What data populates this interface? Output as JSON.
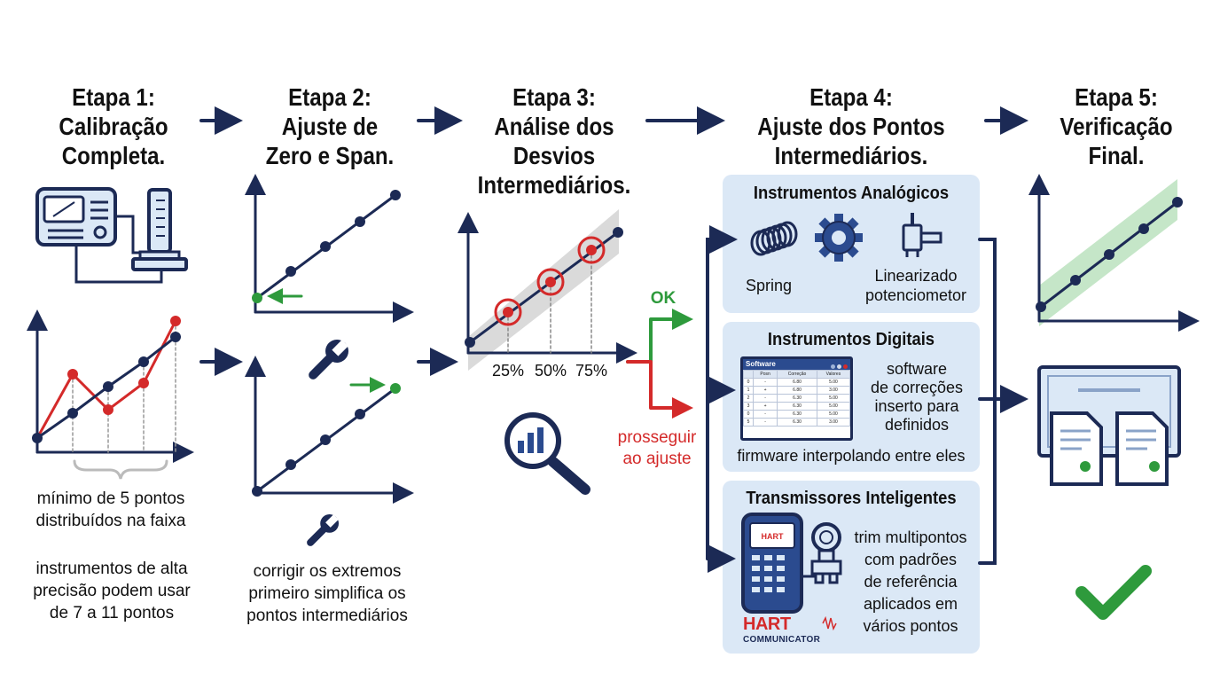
{
  "stages": [
    {
      "title": "Etapa 1:\nCalibração\nCompleta.",
      "notes": [
        "mínimo de 5 pontos\ndistribuídos na faixa",
        "instrumentos de alta\nprecisão podem usar\nde 7 a 11 pontos"
      ]
    },
    {
      "title": "Etapa 2:\nAjuste de\nZero e Span.",
      "notes": [
        "corrigir os extremos\nprimeiro simplifica os\npontos intermediários"
      ]
    },
    {
      "title": "Etapa 3:\nAnálise dos\nDesvios\nIntermediários.",
      "tick_labels": [
        "25%",
        "50%",
        "75%"
      ],
      "ok_label": "OK",
      "proceed_label": "prosseguir\nao ajuste"
    },
    {
      "title": "Etapa 4:\nAjuste dos Pontos\nIntermediários."
    },
    {
      "title": "Etapa 5:\nVerificação\nFinal."
    }
  ],
  "panels": {
    "analog": {
      "title": "Instrumentos Analógicos",
      "spring_label": "Spring",
      "pot_label": "Linearizado\npotenciometor"
    },
    "digital": {
      "title": "Instrumentos Digitais",
      "side_text": "software\nde correções\ninserto para\ndefinidos",
      "bottom_text": "firmware interpolando entre eles",
      "software_window": {
        "title": "Software",
        "headers": [
          "",
          "Posn",
          "Correção",
          "Valores"
        ],
        "rows": [
          [
            "0",
            "-",
            "6.80",
            "5.00"
          ],
          [
            "1",
            "+",
            "6.80",
            "3.00"
          ],
          [
            "2",
            "-",
            "6.30",
            "5.00"
          ],
          [
            "3",
            "+",
            "6.30",
            "5.00"
          ],
          [
            "0",
            "-",
            "6.30",
            "5.00"
          ],
          [
            "5",
            "-",
            "6.30",
            "3.00"
          ]
        ]
      }
    },
    "smart": {
      "title": "Transmissores Inteligentes",
      "side_text": "trim multipontos\ncom padrões\nde referência\naplicados em\nvários pontos",
      "device_brand": "HART",
      "device_name": "COMMUNICATOR"
    }
  },
  "colors": {
    "navy": "#1c2a55",
    "red": "#d42a2a",
    "green": "#2e9a3c",
    "panel": "#dbe8f6",
    "gray": "#aaaaaa"
  },
  "icons": [
    "multimeter-icon",
    "pressure-calibrator-icon",
    "wrench-icon",
    "magnifier-chart-icon",
    "spring-icon",
    "gear-icon",
    "potentiometer-icon",
    "hart-communicator-icon",
    "pressure-transmitter-icon",
    "certificate-icon",
    "checkmark-icon"
  ]
}
